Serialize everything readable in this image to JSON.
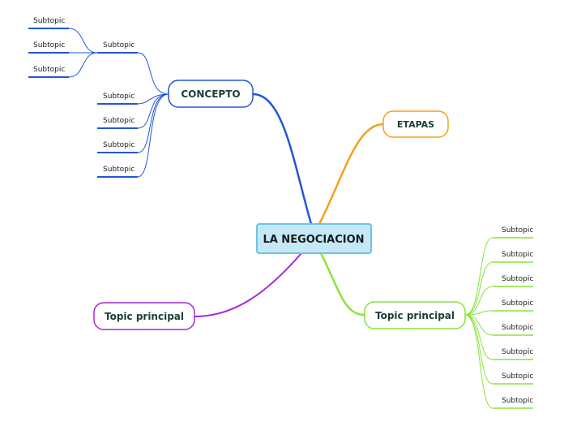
{
  "central": {
    "label": "LA NEGOCIACION",
    "fill": "#c5e8f6",
    "border": "#6ec3e6"
  },
  "branches": [
    {
      "label": "CONCEPTO",
      "color": "#2356d6",
      "subtopics": [
        "Subtopic",
        "Subtopic",
        "Subtopic",
        "Subtopic",
        "Subtopic"
      ],
      "nested": {
        "parent_index": 0,
        "subtopics": [
          "Subtopic",
          "Subtopic",
          "Subtopic"
        ]
      }
    },
    {
      "label": "ETAPAS",
      "color": "#f5a11c",
      "subtopics": []
    },
    {
      "label": "Topic principal",
      "color": "#a629d6",
      "subtopics": []
    },
    {
      "label": "Topic principal",
      "color": "#88e43a",
      "subtopics": [
        "Subtopic",
        "Subtopic",
        "Subtopic",
        "Subtopic",
        "Subtopic",
        "Subtopic",
        "Subtopic",
        "Subtopic"
      ]
    }
  ]
}
